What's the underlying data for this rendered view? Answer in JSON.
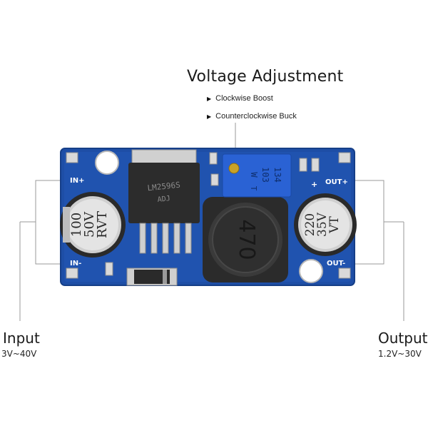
{
  "heading": "Voltage Adjustment",
  "bullets": [
    {
      "label": "Clockwise Boost"
    },
    {
      "label": "Counterclockwise Buck"
    }
  ],
  "input": {
    "title": "Input",
    "range": "3V~40V"
  },
  "output": {
    "title": "Output",
    "range": "1.2V~30V"
  },
  "board": {
    "in_plus": "IN+",
    "in_minus": "IN-",
    "out_plus": "OUT+",
    "out_minus": "OUT-",
    "plus_mark": "+",
    "cap_left_lines": [
      "100",
      "50V",
      "RVT"
    ],
    "cap_right_lines": [
      "220",
      "35V",
      "VT"
    ],
    "chip_lines": [
      "LM2596S",
      "ADJ"
    ],
    "inductor_label": "470",
    "pot_lines": [
      "103",
      "134"
    ],
    "pot_mark": "W",
    "pot_mark2": "T"
  },
  "colors": {
    "pcb": "#1f4fa8",
    "pcb_dark": "#17408a",
    "silver": "#cfcfcf",
    "cap_top": "#c9c9c9",
    "inductor": "#2b2b2b",
    "pot": "#2a62d4"
  }
}
